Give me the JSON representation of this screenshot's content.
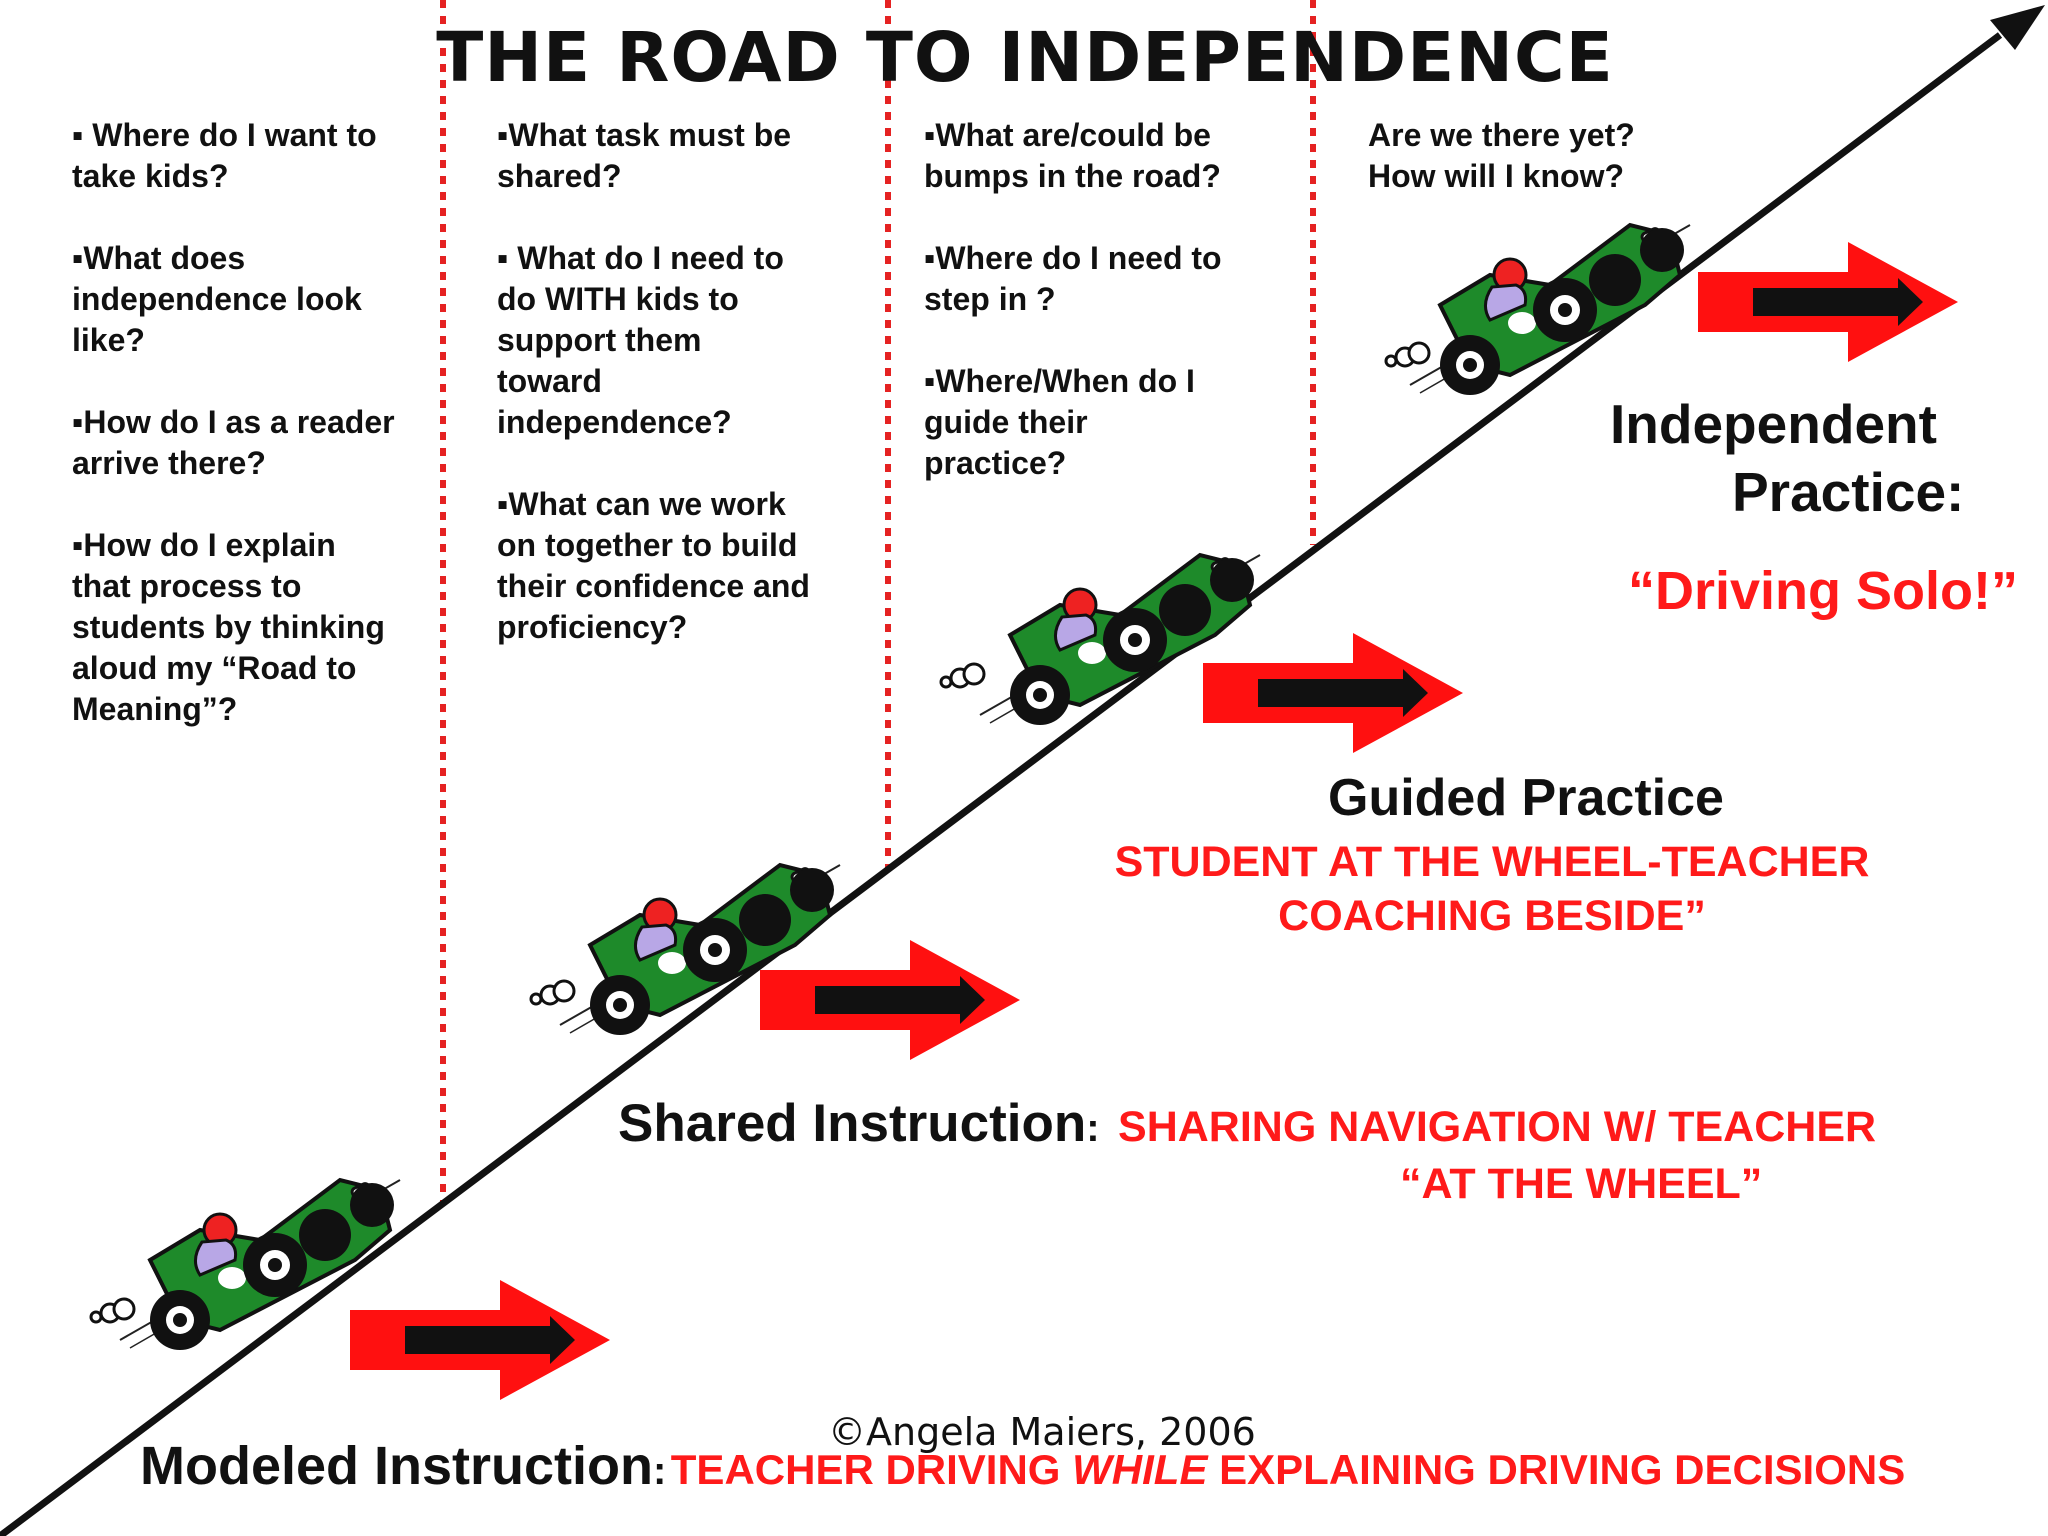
{
  "title": "THE ROAD TO INDEPENDENCE",
  "columns": [
    {
      "questions": [
        "▪ Where do I want to take kids?",
        "▪What does independence look like?",
        "▪How do I as a reader arrive there?",
        "▪How do I explain that process to students by thinking aloud my “Road to Meaning”?"
      ]
    },
    {
      "questions": [
        "▪What task must be  shared?",
        "▪ What do I need to do WITH kids to support them toward independence?",
        "▪What can we work on together to build their confidence and proficiency?"
      ]
    },
    {
      "questions": [
        "▪What are/could be bumps in the road?",
        "▪Where do I need to step in ?",
        "▪Where/When do I guide their practice?"
      ]
    },
    {
      "questions": [
        "Are we there yet? How will I know?"
      ]
    }
  ],
  "stages": {
    "modeled": {
      "name": "Modeled Instruction",
      "sep": ":",
      "desc_a": "TEACHER DRIVING ",
      "desc_em": "WHILE",
      "desc_b": " EXPLAINING DRIVING DECISIONS"
    },
    "shared": {
      "name": "Shared Instruction",
      "sep": ":",
      "desc_1": "SHARING NAVIGATION W/ TEACHER",
      "desc_2": "“AT THE WHEEL”"
    },
    "guided": {
      "name": "Guided Practice",
      "desc_1": "STUDENT AT THE WHEEL-TEACHER",
      "desc_2": "COACHING BESIDE”"
    },
    "independent": {
      "name_1": "Independent",
      "name_2": "Practice:",
      "desc": "“Driving Solo!”"
    }
  },
  "copyright": "©Angela Maiers, 2006",
  "colors": {
    "accent_red": "#ff1a1a",
    "car_green": "#1e8a2a",
    "text": "#111111",
    "divider_red": "#e52222"
  },
  "icons": [
    "road-arrow",
    "stage-arrow-icon",
    "car-icon",
    "exhaust-puff-icon"
  ]
}
